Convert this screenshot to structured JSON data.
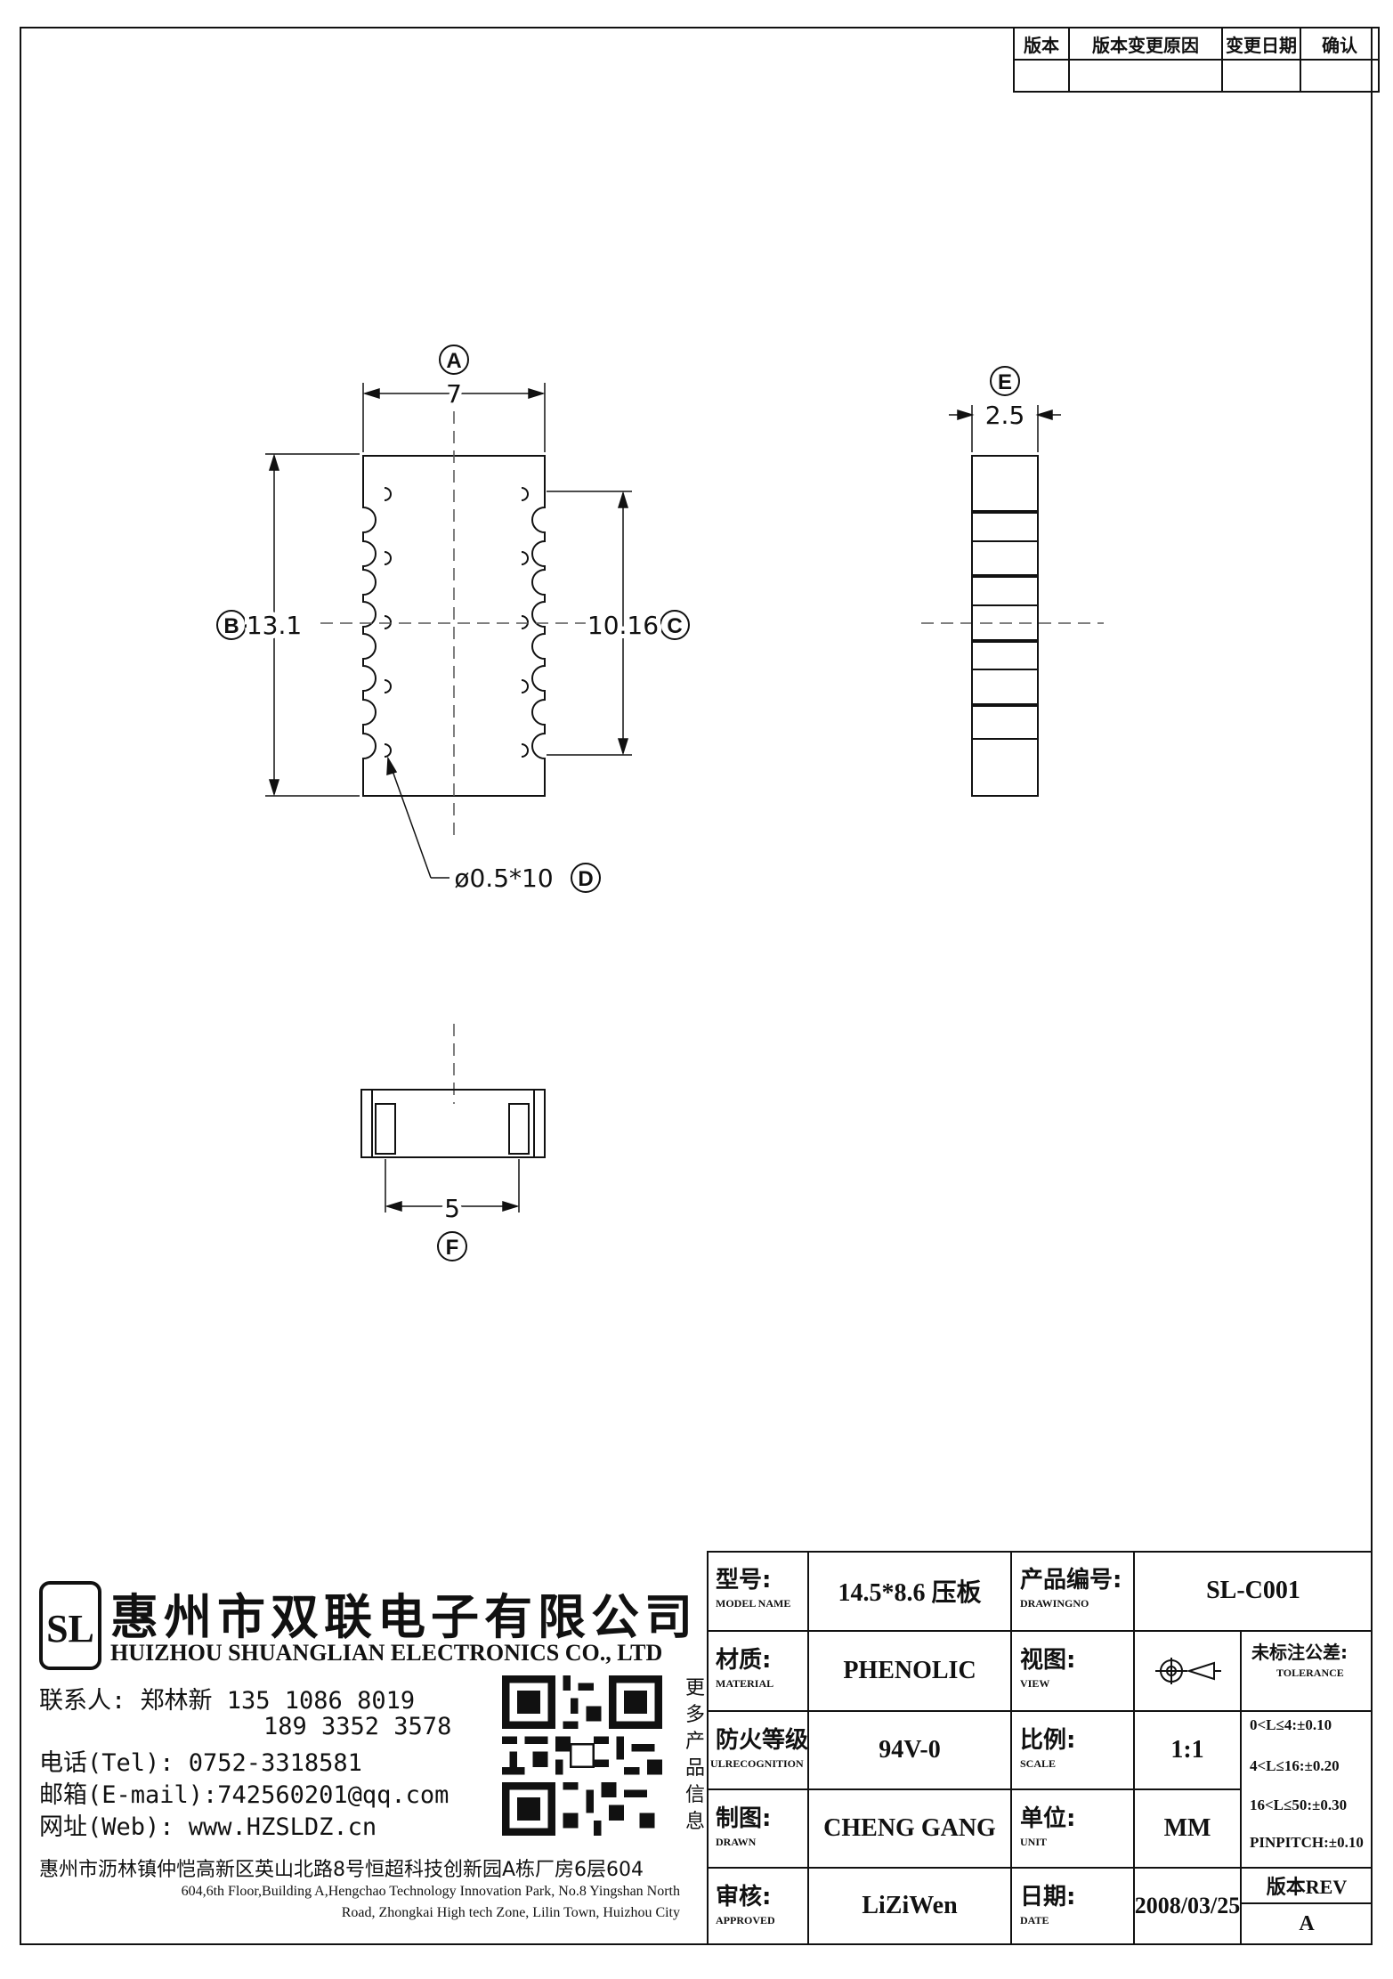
{
  "revision_table": {
    "headers": [
      "版本",
      "版本变更原因",
      "变更日期",
      "确认"
    ]
  },
  "drawing": {
    "dims": {
      "a_label": "A",
      "a_value": "7",
      "b_label": "B",
      "b_value": "13.1",
      "c_label": "C",
      "c_value": "10.16",
      "d_label": "D",
      "d_value": "ø0.5*10",
      "e_label": "E",
      "e_value": "2.5",
      "f_label": "F",
      "f_value": "5"
    }
  },
  "company": {
    "logo_text": "SL",
    "name_cn": "惠州市双联电子有限公司",
    "name_en": "HUIZHOU SHUANGLIAN ELECTRONICS CO., LTD",
    "contact": "联系人: 郑林新  135 1086 8019",
    "contact2": "189 3352 3578",
    "tel": "电话(Tel): 0752-3318581",
    "email": "邮箱(E-mail):742560201@qq.com",
    "web": "网址(Web): www.HZSLDZ.cn",
    "more": "更多产品信息",
    "address_cn": "惠州市沥林镇仲恺高新区英山北路8号恒超科技创新园A栋厂房6层604",
    "address_en_1": "604,6th Floor,Building A,Hengchao Technology Innovation Park, No.8 Yingshan North",
    "address_en_2": "Road, Zhongkai High tech Zone, Lilin Town, Huizhou City"
  },
  "title_block": {
    "model_cn": "型号:",
    "model_en": "MODEL NAME",
    "model_value": "14.5*8.6 压板",
    "drawing_cn": "产品编号:",
    "drawing_en": "DRAWINGNO",
    "drawing_value": "SL-C001",
    "material_cn": "材质:",
    "material_en": "MATERIAL",
    "material_value": "PHENOLIC",
    "view_cn": "视图:",
    "view_en": "VIEW",
    "tolerance_cn": "未标注公差:",
    "tolerance_en": "TOLERANCE",
    "tolerance_lines": [
      "0<L≤4:±0.10",
      "4<L≤16:±0.20",
      "16<L≤50:±0.30",
      "PINPITCH:±0.10"
    ],
    "fire_cn": "防火等级",
    "fire_en": "ULRECOGNITION",
    "fire_value": "94V-0",
    "scale_cn": "比例:",
    "scale_en": "SCALE",
    "scale_value": "1:1",
    "drawn_cn": "制图:",
    "drawn_en": "DRAWN",
    "drawn_value": "CHENG GANG",
    "unit_cn": "单位:",
    "unit_en": "UNIT",
    "unit_value": "MM",
    "approved_cn": "审核:",
    "approved_en": "APPROVED",
    "approved_value": "LiZiWen",
    "date_cn": "日期:",
    "date_en": "DATE",
    "date_value": "2008/03/25",
    "rev_label": "版本REV",
    "rev_value": "A"
  }
}
